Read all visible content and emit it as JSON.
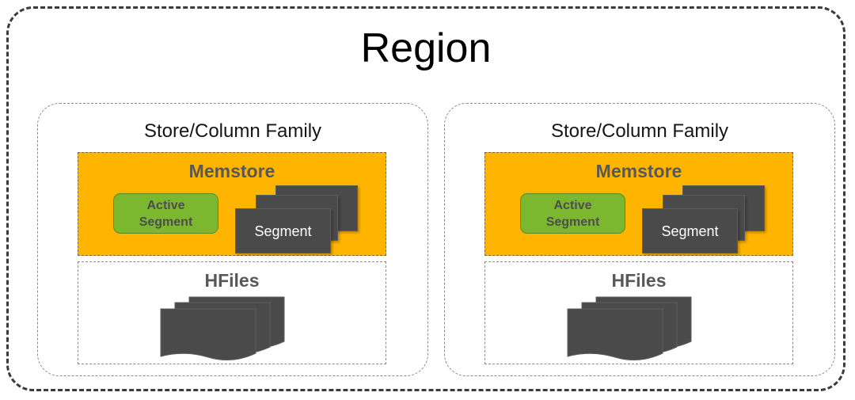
{
  "diagram": {
    "title": "Region",
    "colors": {
      "memstore_fill": "#FFB400",
      "active_segment_fill": "#7CB82F",
      "segment_fill": "#4A4A4A",
      "hfile_fill": "#4A4A4A",
      "label_gray": "#585858",
      "region_border": "#3b3b3b"
    },
    "stores": [
      {
        "title": "Store/Column Family",
        "memstore": {
          "title": "Memstore",
          "active_segment": {
            "line1": "Active",
            "line2": "Segment"
          },
          "segment_stack": {
            "label": "Segment",
            "count": 3
          }
        },
        "hfiles": {
          "title": "HFiles",
          "count": 3
        }
      },
      {
        "title": "Store/Column Family",
        "memstore": {
          "title": "Memstore",
          "active_segment": {
            "line1": "Active",
            "line2": "Segment"
          },
          "segment_stack": {
            "label": "Segment",
            "count": 3
          }
        },
        "hfiles": {
          "title": "HFiles",
          "count": 3
        }
      }
    ]
  }
}
